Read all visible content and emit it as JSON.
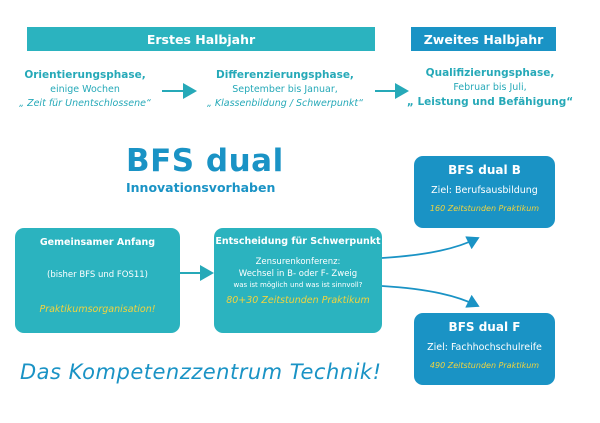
{
  "banners": {
    "first": "Erstes Halbjahr",
    "second": "Zweites Halbjahr"
  },
  "phases": [
    {
      "title": "Orientierungsphase,",
      "period": "einige Wochen",
      "motto": "„ Zeit für Unentschlossene“"
    },
    {
      "title": "Differenzierungsphase,",
      "period": "September bis Januar,",
      "motto": "„ Klassenbildung / Schwerpunkt“"
    },
    {
      "title": "Qualifizierungsphase,",
      "period": "Februar bis Juli,",
      "motto": "„ Leistung und Befähigung“"
    }
  ],
  "program": {
    "title": "BFS dual",
    "subtitle": "Innovationsvorhaben"
  },
  "boxes": {
    "start": {
      "title": "Gemeinsamer Anfang",
      "note": "(bisher BFS und FOS11)",
      "highlight": "Praktikumsorganisation!"
    },
    "decision": {
      "title": "Entscheidung für Schwerpunkt",
      "line1": "Zensurenkonferenz:",
      "line2": "Wechsel in B- oder F- Zweig",
      "line3": "was ist möglich und was ist sinnvoll?",
      "highlight": "80+30 Zeitstunden Praktikum"
    },
    "b": {
      "title": "BFS dual B",
      "goal": "Ziel: Berufsausbildung",
      "highlight": "160 Zeitstunden Praktikum"
    },
    "f": {
      "title": "BFS dual F",
      "goal": "Ziel: Fachhochschulreife",
      "highlight": "490 Zeitstunden Praktikum"
    }
  },
  "slogan": "Das Kompetenzzentrum Technik!",
  "colors": {
    "teal": "#2bb3bf",
    "blue": "#1a93c5",
    "highlight": "#f1d33f"
  }
}
